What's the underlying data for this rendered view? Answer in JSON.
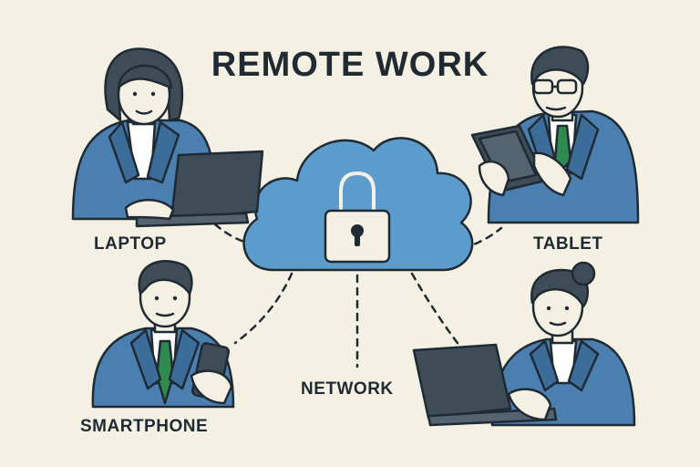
{
  "title": "REMOTE WORK",
  "labels": {
    "laptop": "LAPTOP",
    "tablet": "TABLET",
    "smartphone": "SMARTPHONE",
    "network": "NETWORK"
  },
  "colors": {
    "background": "#f4f0e4",
    "cloud": "#5b9ccc",
    "suit": "#4a7fb0",
    "device": "#3d4c57",
    "outline": "#1f2a33",
    "tie": "#2e8a4e"
  },
  "icons": {
    "center": "padlock-icon",
    "cloud": "cloud-icon"
  }
}
